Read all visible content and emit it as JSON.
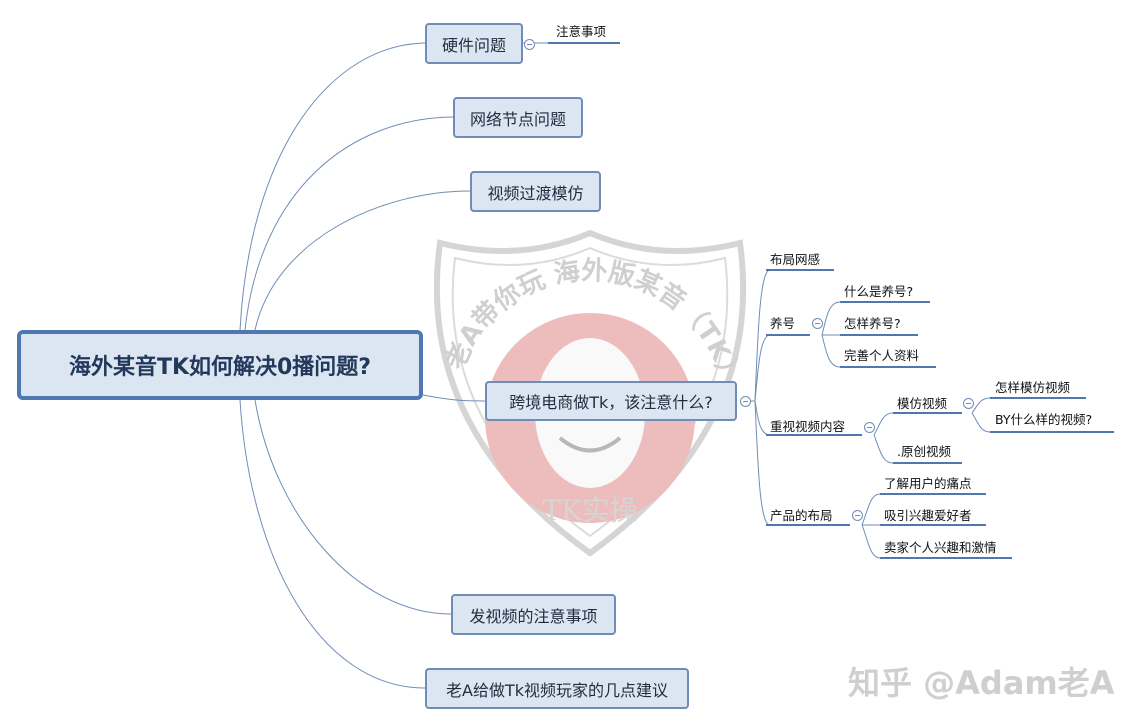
{
  "root": "海外某音TK如何解决0播问题?",
  "branches": {
    "b1": "硬件问题",
    "b1_child": "注意事项",
    "b2": "网络节点问题",
    "b3": "视频过渡模仿",
    "b4": "跨境电商做Tk，该注意什么?",
    "b5": "发视频的注意事项",
    "b6": "老A给做Tk视频玩家的几点建议"
  },
  "b4_children": {
    "c1": "布局网感",
    "c2": "养号",
    "c2_items": [
      "什么是养号?",
      "怎样养号?",
      "完善个人资料"
    ],
    "c3": "重视视频内容",
    "c3a": "模仿视频",
    "c3a_items": [
      "怎样模仿视频",
      "BY什么样的视频?"
    ],
    "c3b": ".原创视频",
    "c4": "产品的布局",
    "c4_items": [
      "了解用户的痛点",
      "吸引兴趣爱好者",
      "卖家个人兴趣和激情"
    ]
  },
  "watermark": {
    "arc_text": "老A带你玩  海外版某音（TK）",
    "bottom_text": "TK实操",
    "brand": "知乎 @Adam老A"
  },
  "colors": {
    "node_fill": "#dce6f2",
    "node_border": "#6f8db7",
    "root_border": "#4f78b0",
    "line": "#6f8db7",
    "leaf_line": "#4f78b0"
  }
}
